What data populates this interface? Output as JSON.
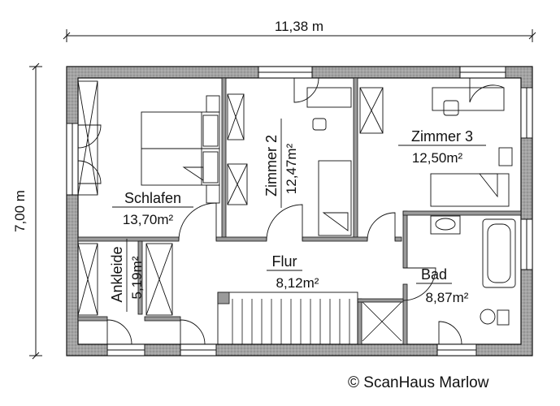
{
  "dimensions": {
    "width": "11,38 m",
    "height": "7,00 m"
  },
  "rooms": {
    "schlafen": {
      "name": "Schlafen",
      "area": "13,70m²"
    },
    "zimmer2": {
      "name": "Zimmer 2",
      "area": "12,47m²"
    },
    "zimmer3": {
      "name": "Zimmer 3",
      "area": "12,50m²"
    },
    "ankleide": {
      "name": "Ankleide",
      "area": "5,19m²"
    },
    "flur": {
      "name": "Flur",
      "area": "8,12m²"
    },
    "bad": {
      "name": "Bad",
      "area": "8,87m²"
    }
  },
  "copyright": "© ScanHaus Marlow",
  "colors": {
    "wall": "#9a9a9a",
    "line": "#111111",
    "background": "#ffffff"
  }
}
